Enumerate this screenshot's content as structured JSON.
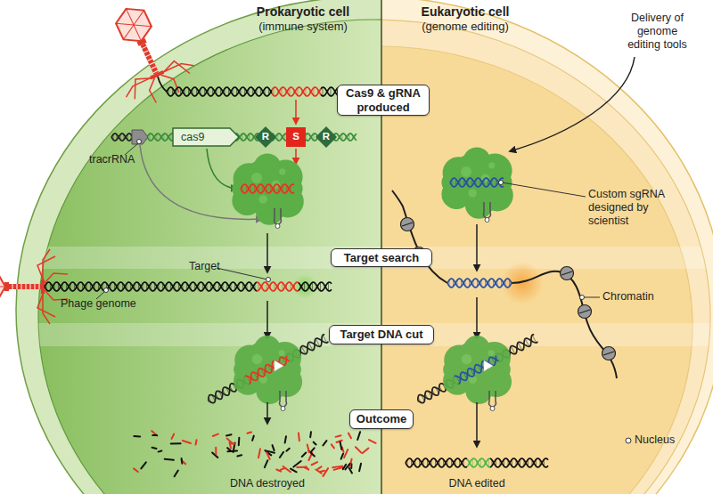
{
  "diagram": {
    "nodes": [
      {
        "text": [
          "Prokaryotic cell",
          "(immune system)"
        ]
      },
      {
        "text": [
          "Eukaryotic cell",
          "(genome editing)"
        ]
      },
      {
        "text": [
          "Cas9 & gRNA produced"
        ]
      },
      {
        "text": [
          "cas9"
        ],
        "in": 0
      },
      {
        "text": [
          "R"
        ],
        "in": 0
      },
      {
        "text": [
          "S"
        ],
        "in": 0
      },
      {
        "text": [
          "R"
        ],
        "in": 0
      },
      {
        "text": [
          "Target search"
        ]
      },
      {
        "text": [
          "Target DNA cut"
        ]
      },
      {
        "text": [
          "Outcome"
        ]
      }
    ],
    "labels": [
      "tracrRNA",
      "Target",
      "Phage genome",
      "DNA destroyed",
      "Delivery of genome editing tools",
      "Custom sgRNA designed by scientist",
      "Chromatin",
      "DNA edited",
      "Nucleus"
    ]
  }
}
